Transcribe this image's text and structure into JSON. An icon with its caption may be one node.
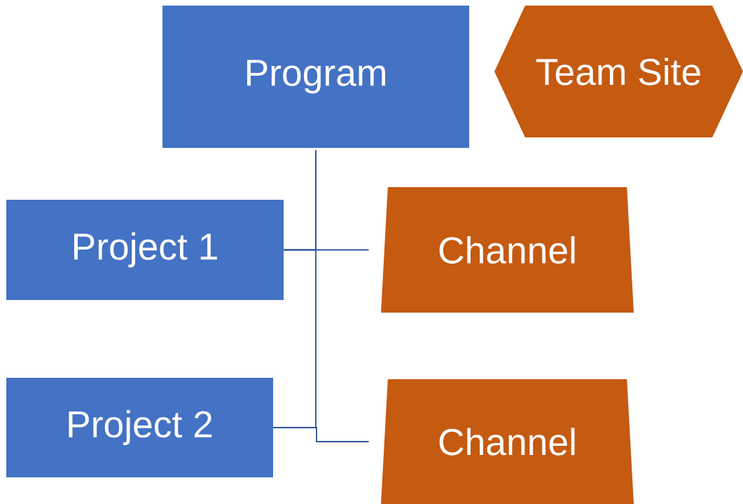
{
  "diagram": {
    "nodes": [
      {
        "text": [
          "Program"
        ]
      },
      {
        "text": [
          "Team Site"
        ]
      },
      {
        "text": [
          "Project 1"
        ]
      },
      {
        "text": [
          "Channel"
        ]
      },
      {
        "text": [
          "Project 2"
        ]
      },
      {
        "text": [
          "Channel"
        ]
      }
    ],
    "edges": [
      {
        "from": 0,
        "to": 2,
        "arrow": "none"
      },
      {
        "from": 2,
        "to": 3,
        "arrow": "none"
      },
      {
        "from": 0,
        "to": 4,
        "arrow": "none"
      },
      {
        "from": 4,
        "to": 5,
        "arrow": "none"
      }
    ]
  }
}
